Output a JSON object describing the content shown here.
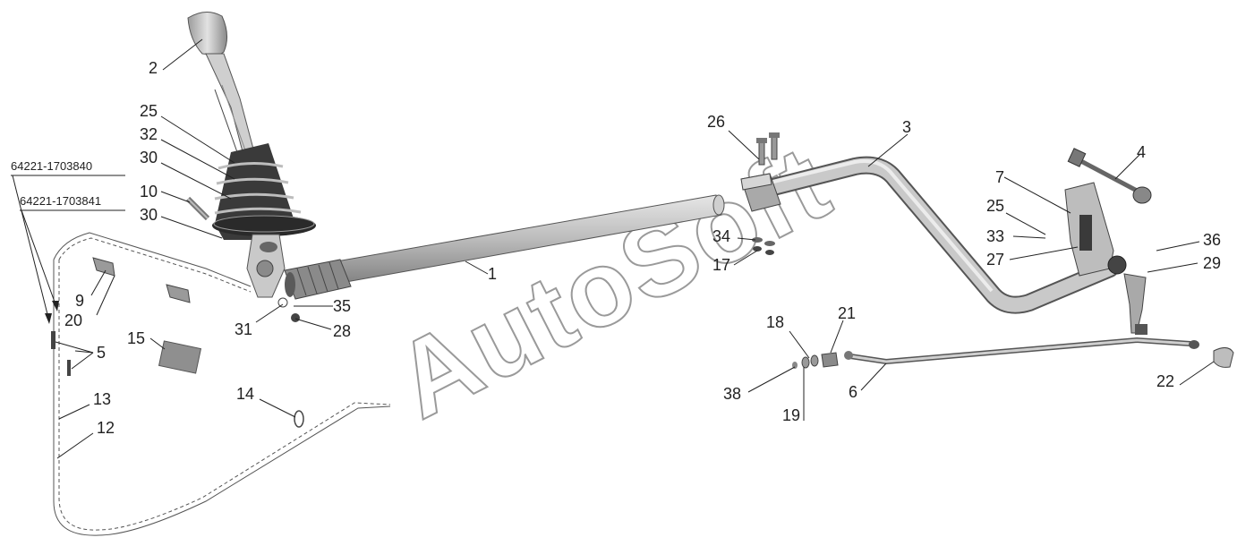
{
  "watermark": "AutoSoft",
  "part_codes": [
    "64221-1703840",
    "64221-1703841"
  ],
  "callouts": {
    "c2": "2",
    "c25a": "25",
    "c32": "32",
    "c30a": "30",
    "c10": "10",
    "c30b": "30",
    "c9": "9",
    "c20": "20",
    "c5": "5",
    "c15": "15",
    "c13": "13",
    "c12": "12",
    "c14": "14",
    "c31": "31",
    "c35": "35",
    "c28": "28",
    "c1": "1",
    "c26": "26",
    "c34": "34",
    "c17": "17",
    "c3": "3",
    "c4": "4",
    "c7": "7",
    "c25b": "25",
    "c33": "33",
    "c27": "27",
    "c36": "36",
    "c29": "29",
    "c18": "18",
    "c21": "21",
    "c38": "38",
    "c19": "19",
    "c6": "6",
    "c22": "22"
  },
  "colors": {
    "metal": "#b9b9b9",
    "metal_dark": "#6f6f6f",
    "rubber": "#2e2e2e",
    "line": "#222222"
  }
}
